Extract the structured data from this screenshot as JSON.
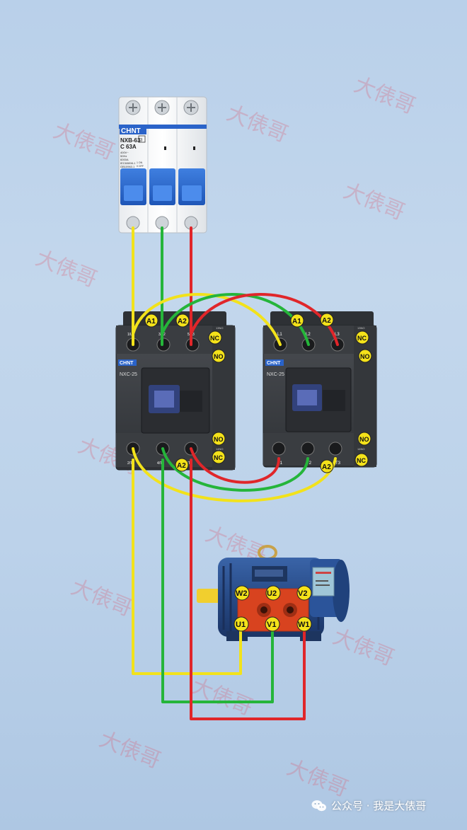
{
  "breaker": {
    "brand": "CHNT",
    "model": "NXB-63",
    "rating": "C 63A",
    "spec1": "400V~",
    "spec2": "50Hz",
    "spec3": "6000A",
    "std1": "IEC60898-1",
    "std2": "GB10963.1",
    "mark": "3",
    "io": "1 ON",
    "io2": "0 OFF"
  },
  "contactor_left": {
    "brand": "CHNT",
    "model": "NXC-25",
    "a1": "A1",
    "a2_top": "A2",
    "a2_bottom": "A2",
    "nc_top": "NC",
    "no_top": "NO",
    "no_bottom": "NO",
    "nc_bottom": "NC",
    "l1": "1/L1",
    "l2": "3/L2",
    "l3": "5/L3",
    "t1": "2/T1",
    "t2": "4/T2",
    "t3": "6/T3",
    "tag_top": "13NO",
    "tag_bottom": "14NO"
  },
  "contactor_right": {
    "brand": "CHNT",
    "model": "NXC-25",
    "a1": "A1",
    "a2_top": "A2",
    "a2_bottom": "A2",
    "nc_top": "NC",
    "no_top": "NO",
    "no_bottom": "NO",
    "nc_bottom": "NC",
    "l1": "L1",
    "l2": "L2",
    "l3": "L3",
    "t1": "T1",
    "t2": "T2",
    "t3": "T3",
    "tag_top": "13NO",
    "tag_bottom": "14NO"
  },
  "motor": {
    "w2": "W2",
    "u2": "U2",
    "v2": "V2",
    "u1": "U1",
    "v1": "V1",
    "w1": "W1"
  },
  "watermark": "大俵哥",
  "footer": {
    "text": "公众号 · 我是大俵哥"
  },
  "colors": {
    "yellow": "#f2e21b",
    "green": "#25b53a",
    "red": "#e0262a",
    "terminal_badge": "#f4e21a",
    "motor_body": "#2a4c86",
    "terminal_box": "#d8431f",
    "contactor_body": "#3b3e42"
  }
}
